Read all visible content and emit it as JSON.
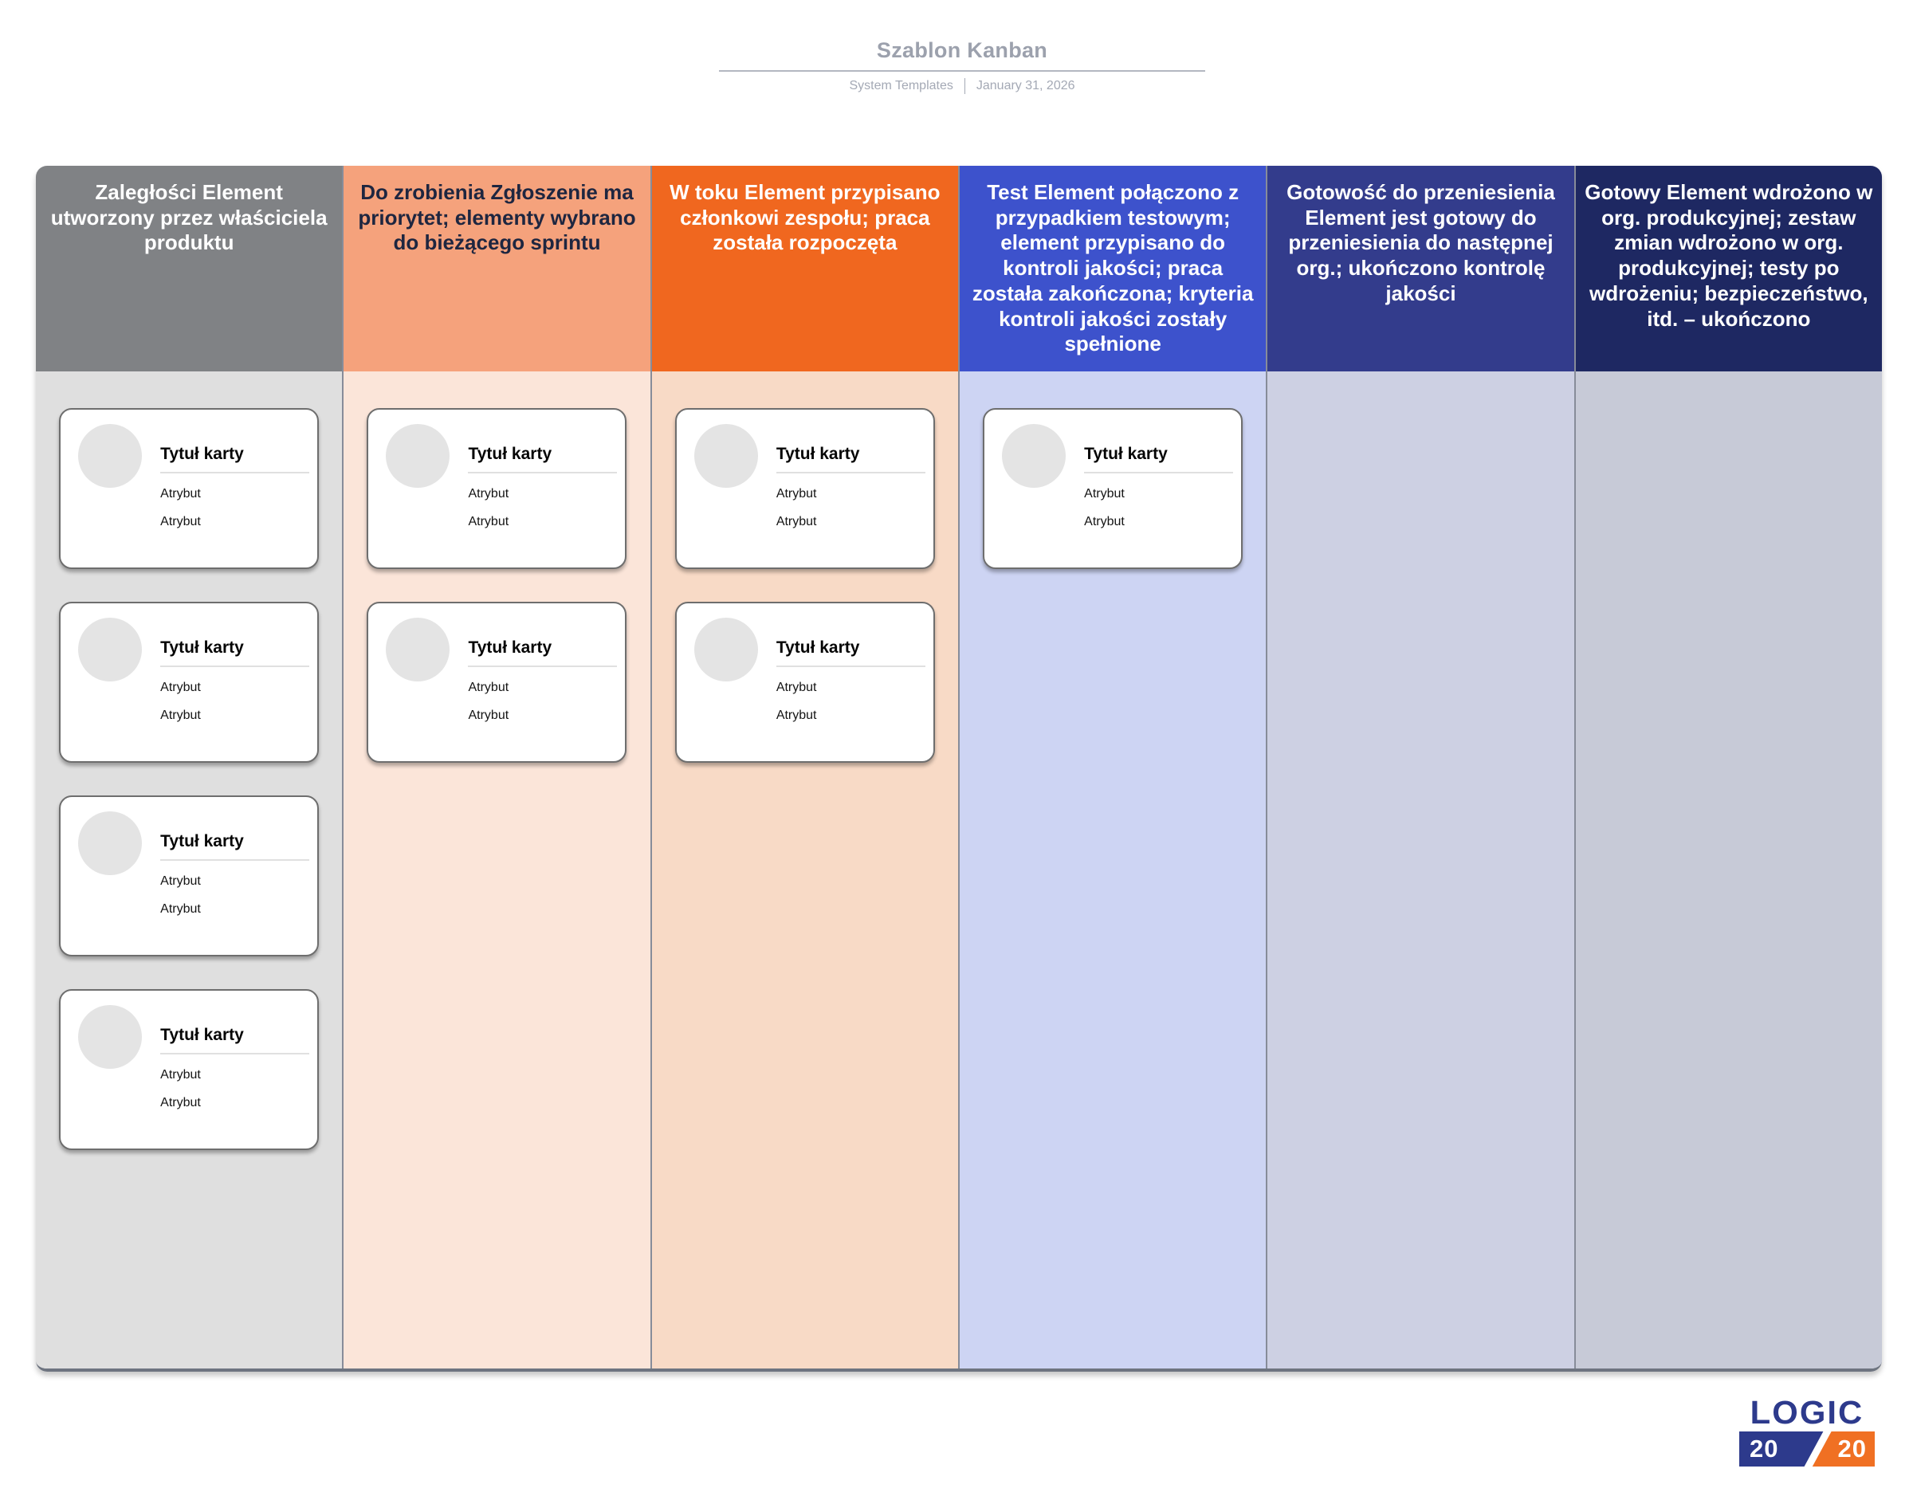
{
  "header": {
    "title": "Szablon Kanban",
    "subtitle_left": "System Templates",
    "subtitle_right": "January 31, 2026"
  },
  "card_defaults": {
    "title": "Tytuł karty",
    "attributes": [
      "Atrybut",
      "Atrybut"
    ]
  },
  "board": {
    "columns": [
      {
        "id": "backlog",
        "header": "Zaległości Element utworzony przez właściciela produktu",
        "header_bg": "#808285",
        "header_color": "#FFFFFF",
        "body_bg": "#DFDFDF",
        "card_count": 4
      },
      {
        "id": "todo",
        "header": "Do zrobienia Zgłoszenie ma priorytet; elementy wybrano do bieżącego sprintu",
        "header_bg": "#F5A27C",
        "header_color": "#1E2640",
        "body_bg": "#FBE5D9",
        "card_count": 2
      },
      {
        "id": "in-progress",
        "header": "W toku Element przypisano członkowi zespołu; praca została rozpoczęta",
        "header_bg": "#F0671F",
        "header_color": "#FFFFFF",
        "body_bg": "#F8DAC6",
        "card_count": 2
      },
      {
        "id": "test",
        "header": "Test Element połączono z przypadkiem testowym; element przypisano do kontroli jakości; praca została zakończona; kryteria kontroli jakości zostały spełnione",
        "header_bg": "#3D52CC",
        "header_color": "#FFFFFF",
        "body_bg": "#CDD4F3",
        "card_count": 1
      },
      {
        "id": "ready-to-promote",
        "header": "Gotowość do przeniesienia Element jest gotowy do przeniesienia do następnej org.; ukończono kontrolę jakości",
        "header_bg": "#333C8C",
        "header_color": "#FFFFFF",
        "body_bg": "#CDD0E3",
        "card_count": 0
      },
      {
        "id": "done",
        "header": "Gotowy Element wdrożono w org. produkcyjnej; zestaw zmian wdrożono w org. produkcyjnej; testy po wdrożeniu; bezpieczeństwo, itd. – ukończono",
        "header_bg": "#1E2862",
        "header_color": "#FFFFFF",
        "body_bg": "#C7CAD7",
        "card_count": 0
      }
    ]
  },
  "logo": {
    "wordmark": "LOGIC",
    "left_number": "20",
    "right_number": "20",
    "navy": "#2D3A8C",
    "orange": "#F07023"
  }
}
